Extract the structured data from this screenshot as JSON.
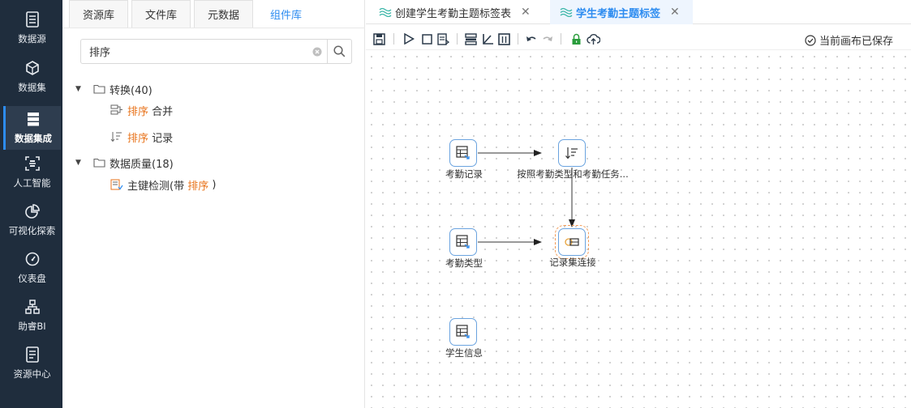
{
  "nav": {
    "items": [
      {
        "label": "数据源",
        "icon": "data-source-icon"
      },
      {
        "label": "数据集",
        "icon": "dataset-cube-icon"
      },
      {
        "label": "数据集成",
        "icon": "data-integration-icon",
        "active": true
      },
      {
        "label": "人工智能",
        "icon": "ai-scan-icon"
      },
      {
        "label": "可视化探索",
        "icon": "pie-chart-icon"
      },
      {
        "label": "仪表盘",
        "icon": "gauge-icon"
      },
      {
        "label": "助睿BI",
        "icon": "org-chart-icon"
      },
      {
        "label": "资源中心",
        "icon": "resource-icon"
      }
    ]
  },
  "panel": {
    "tabs": [
      "资源库",
      "文件库",
      "元数据",
      "组件库"
    ],
    "active_tab": "组件库",
    "search": {
      "value": "排序",
      "placeholder": ""
    },
    "tree": {
      "group1": {
        "label": "转换(40)"
      },
      "item1": {
        "highlight": "排序",
        "rest": " 合并"
      },
      "item2": {
        "highlight": "排序",
        "rest": " 记录"
      },
      "group2": {
        "label": "数据质量(18)"
      },
      "item3": {
        "prefix": "主键检测(带 ",
        "highlight": "排序",
        "suffix": " )"
      }
    }
  },
  "canvas_tabs": [
    {
      "label": "创建学生考勤主题标签表",
      "active": false
    },
    {
      "label": "学生考勤主题标签",
      "active": true
    }
  ],
  "toolbar": {
    "saved_status": "当前画布已保存"
  },
  "flow": {
    "nodes": {
      "n1": {
        "label": "考勤记录"
      },
      "n2": {
        "label": "按照考勤类型和考勤任务..."
      },
      "n3": {
        "label": "考勤类型"
      },
      "n4": {
        "label": "记录集连接"
      },
      "n5": {
        "label": "学生信息"
      }
    }
  },
  "colors": {
    "accent": "#2d8cf0",
    "highlight": "#e8731b",
    "nav_bg": "#1f2d3d",
    "node_border": "#6aa3df"
  }
}
